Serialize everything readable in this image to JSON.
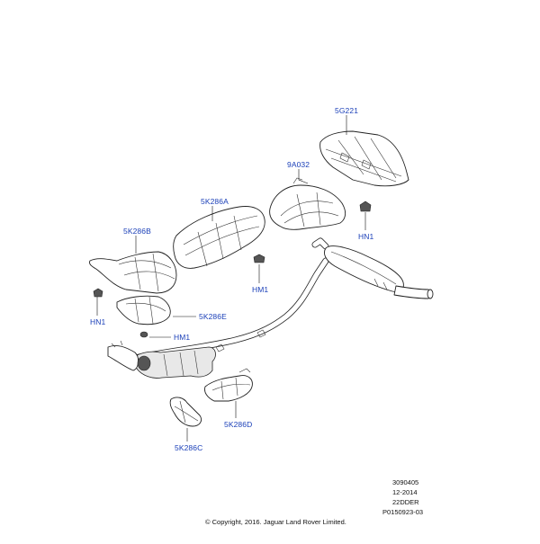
{
  "callouts": {
    "c_5G221": "5G221",
    "c_9A032": "9A032",
    "c_5K286A": "5K286A",
    "c_5K286B": "5K286B",
    "c_HN1_right": "HN1",
    "c_HM1_mid": "HM1",
    "c_HN1_left": "HN1",
    "c_5K286E": "5K286E",
    "c_HM1_low": "HM1",
    "c_5K286D": "5K286D",
    "c_5K286C": "5K286C"
  },
  "footer": {
    "code": "3090405",
    "date": "12-2014",
    "model": "22DDER",
    "part_ref": "P0150923-03"
  },
  "copyright": "© Copyright, 2016. Jaguar Land Rover Limited."
}
